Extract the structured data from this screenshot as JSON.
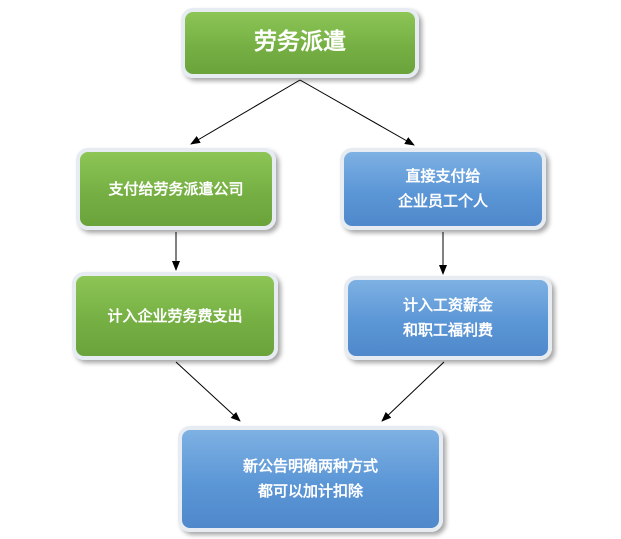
{
  "diagram": {
    "top_node": "劳务派遣",
    "left_branch": {
      "step1": "支付给劳务派遣公司",
      "step2": "计入企业劳务费支出"
    },
    "right_branch": {
      "step1_line1": "直接支付给",
      "step1_line2": "企业员工个人",
      "step2_line1": "计入工资薪金",
      "step2_line2": "和职工福利费"
    },
    "conclusion_line1": "新公告明确两种方式",
    "conclusion_line2": "都可以加计扣除"
  },
  "colors": {
    "green": "#76b044",
    "blue": "#5b96d6",
    "border": "#e6ecf2",
    "text": "#ffffff",
    "arrow": "#000000"
  }
}
